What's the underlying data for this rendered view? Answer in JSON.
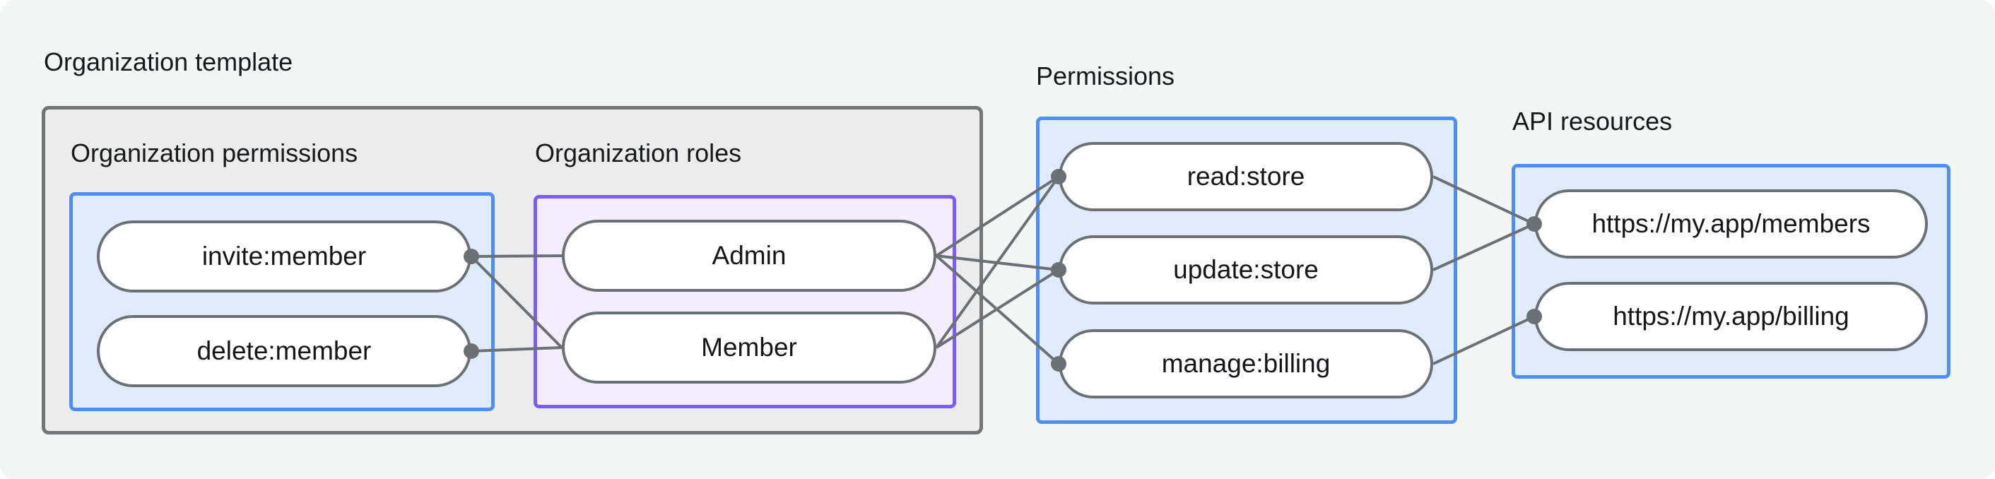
{
  "diagram": {
    "titles": {
      "organization_template": "Organization template",
      "organization_permissions": "Organization permissions",
      "organization_roles": "Organization roles",
      "permissions": "Permissions",
      "api_resources": "API resources"
    },
    "nodes": [
      {
        "id": "invite",
        "label": "invite:member",
        "group": "organization_permissions",
        "dot": "right"
      },
      {
        "id": "delete",
        "label": "delete:member",
        "group": "organization_permissions",
        "dot": "right"
      },
      {
        "id": "admin",
        "label": "Admin",
        "group": "organization_roles",
        "dot": null
      },
      {
        "id": "member",
        "label": "Member",
        "group": "organization_roles",
        "dot": null
      },
      {
        "id": "read",
        "label": "read:store",
        "group": "permissions",
        "dot": "left"
      },
      {
        "id": "update",
        "label": "update:store",
        "group": "permissions",
        "dot": "left"
      },
      {
        "id": "manage",
        "label": "manage:billing",
        "group": "permissions",
        "dot": "left"
      },
      {
        "id": "members_api",
        "label": "https://my.app/members",
        "group": "api_resources",
        "dot": "left"
      },
      {
        "id": "billing_api",
        "label": "https://my.app/billing",
        "group": "api_resources",
        "dot": "left"
      }
    ],
    "edges": [
      {
        "from": "invite",
        "to": "admin"
      },
      {
        "from": "invite",
        "to": "member"
      },
      {
        "from": "delete",
        "to": "member"
      },
      {
        "from": "admin",
        "to": "read"
      },
      {
        "from": "admin",
        "to": "update"
      },
      {
        "from": "admin",
        "to": "manage"
      },
      {
        "from": "member",
        "to": "read"
      },
      {
        "from": "member",
        "to": "update"
      },
      {
        "from": "read",
        "to": "members_api"
      },
      {
        "from": "update",
        "to": "members_api"
      },
      {
        "from": "manage",
        "to": "billing_api"
      }
    ],
    "colors": {
      "page_background": "#f4f6f6",
      "template_box_fill": "#ececec",
      "template_box_border": "#737679",
      "blue_box_fill": "#e0ecfc",
      "blue_box_border": "#4e8ef7",
      "purple_box_fill": "#f3edfd",
      "purple_box_border": "#7b5cf8",
      "pill_fill": "#ffffff",
      "pill_border": "#6b7074",
      "connector": "#6b7074",
      "text": "#16191c"
    },
    "connector_width": 4,
    "dot_radius": 11
  }
}
